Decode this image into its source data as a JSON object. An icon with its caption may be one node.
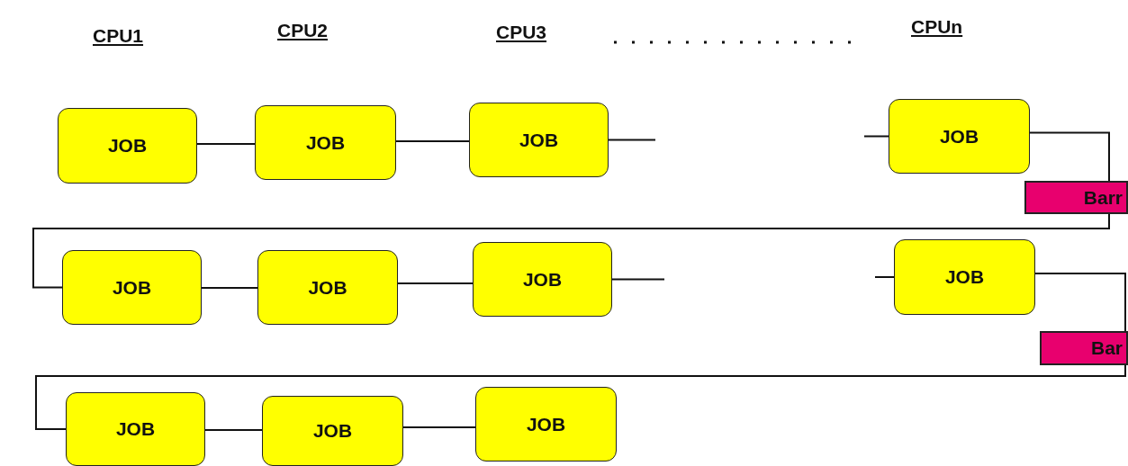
{
  "diagram": {
    "nodes": [
      {
        "text": [
          "JOB"
        ]
      },
      {
        "text": [
          "JOB"
        ]
      },
      {
        "text": [
          "JOB"
        ]
      },
      {
        "text": [
          "JOB"
        ]
      },
      {
        "text": [
          "Barr"
        ]
      },
      {
        "text": [
          "JOB"
        ]
      },
      {
        "text": [
          "JOB"
        ]
      },
      {
        "text": [
          "JOB"
        ]
      },
      {
        "text": [
          "JOB"
        ]
      },
      {
        "text": [
          "Bar"
        ]
      },
      {
        "text": [
          "JOB"
        ]
      },
      {
        "text": [
          "JOB"
        ]
      },
      {
        "text": [
          "JOB"
        ]
      }
    ],
    "edges": [
      {
        "from": 0,
        "to": 1,
        "arrow": "none"
      },
      {
        "from": 1,
        "to": 2,
        "arrow": "none"
      },
      {
        "from": 2,
        "to": null,
        "arrow": "none"
      },
      {
        "from": null,
        "to": 3,
        "arrow": "none"
      },
      {
        "from": 3,
        "to": 4,
        "arrow": "none"
      },
      {
        "from": 4,
        "to": 5,
        "arrow": "none"
      },
      {
        "from": 5,
        "to": 6,
        "arrow": "none"
      },
      {
        "from": 6,
        "to": 7,
        "arrow": "none"
      },
      {
        "from": 7,
        "to": null,
        "arrow": "none"
      },
      {
        "from": null,
        "to": 8,
        "arrow": "none"
      },
      {
        "from": 8,
        "to": 9,
        "arrow": "none"
      },
      {
        "from": 9,
        "to": 10,
        "arrow": "none"
      },
      {
        "from": 10,
        "to": 11,
        "arrow": "none"
      },
      {
        "from": 11,
        "to": 12,
        "arrow": "none"
      }
    ],
    "labels": [
      "CPU1",
      "CPU2",
      "CPU3",
      "CPUn"
    ]
  }
}
